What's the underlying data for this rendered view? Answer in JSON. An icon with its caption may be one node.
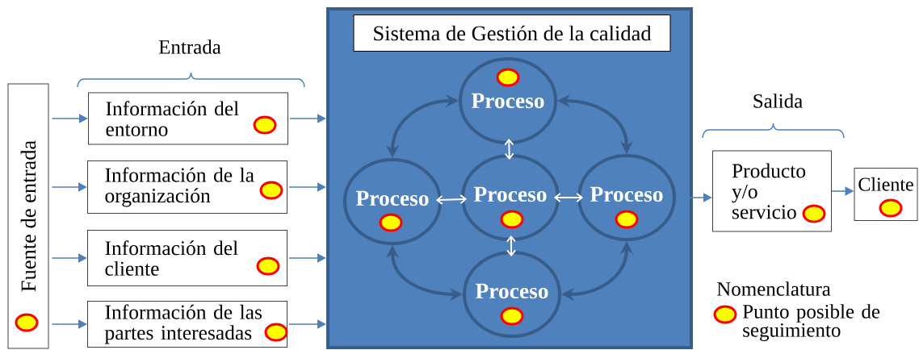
{
  "diagram": {
    "nodes": [
      {
        "text": [
          "Fuente de entrada"
        ]
      },
      {
        "text": [
          "Información del entorno"
        ]
      },
      {
        "text": [
          "Información de la organización"
        ]
      },
      {
        "text": [
          "Información del cliente"
        ]
      },
      {
        "text": [
          "Información de las partes interesadas"
        ]
      },
      {
        "text": [
          "Sistema de Gestión de la calidad"
        ]
      },
      {
        "text": [
          "Proceso"
        ],
        "in": 5
      },
      {
        "text": [
          "Proceso"
        ],
        "in": 5
      },
      {
        "text": [
          "Proceso"
        ],
        "in": 5
      },
      {
        "text": [
          "Proceso"
        ],
        "in": 5
      },
      {
        "text": [
          "Proceso"
        ],
        "in": 5
      },
      {
        "text": [
          "Producto y/o servicio"
        ]
      },
      {
        "text": [
          "Cliente"
        ]
      }
    ],
    "edges": [
      {
        "from": 0,
        "to": 1,
        "arrow": "to"
      },
      {
        "from": 0,
        "to": 2,
        "arrow": "to"
      },
      {
        "from": 0,
        "to": 3,
        "arrow": "to"
      },
      {
        "from": 0,
        "to": 4,
        "arrow": "to"
      },
      {
        "from": 1,
        "to": 5,
        "arrow": "to"
      },
      {
        "from": 2,
        "to": 5,
        "arrow": "to"
      },
      {
        "from": 3,
        "to": 5,
        "arrow": "to"
      },
      {
        "from": 4,
        "to": 5,
        "arrow": "to"
      },
      {
        "from": 6,
        "to": 7,
        "arrow": "both",
        "style": "thick",
        "color": "#385d8a"
      },
      {
        "from": 6,
        "to": 9,
        "arrow": "both",
        "style": "thick",
        "color": "#385d8a"
      },
      {
        "from": 7,
        "to": 10,
        "arrow": "both",
        "style": "thick",
        "color": "#385d8a"
      },
      {
        "from": 9,
        "to": 10,
        "arrow": "both",
        "style": "thick",
        "color": "#385d8a"
      },
      {
        "from": 6,
        "to": 8,
        "arrow": "both",
        "color": "#ffffff"
      },
      {
        "from": 7,
        "to": 8,
        "arrow": "both",
        "color": "#ffffff"
      },
      {
        "from": 8,
        "to": 9,
        "arrow": "both",
        "color": "#ffffff"
      },
      {
        "from": 8,
        "to": 10,
        "arrow": "both",
        "color": "#ffffff"
      },
      {
        "from": 9,
        "to": 11,
        "arrow": "to"
      },
      {
        "from": 11,
        "to": 12,
        "arrow": "to"
      }
    ],
    "labels": [
      "Entrada",
      "Salida",
      "Nomenclatura"
    ],
    "legend": [
      {
        "text": "Punto posible de seguimiento"
      }
    ]
  }
}
